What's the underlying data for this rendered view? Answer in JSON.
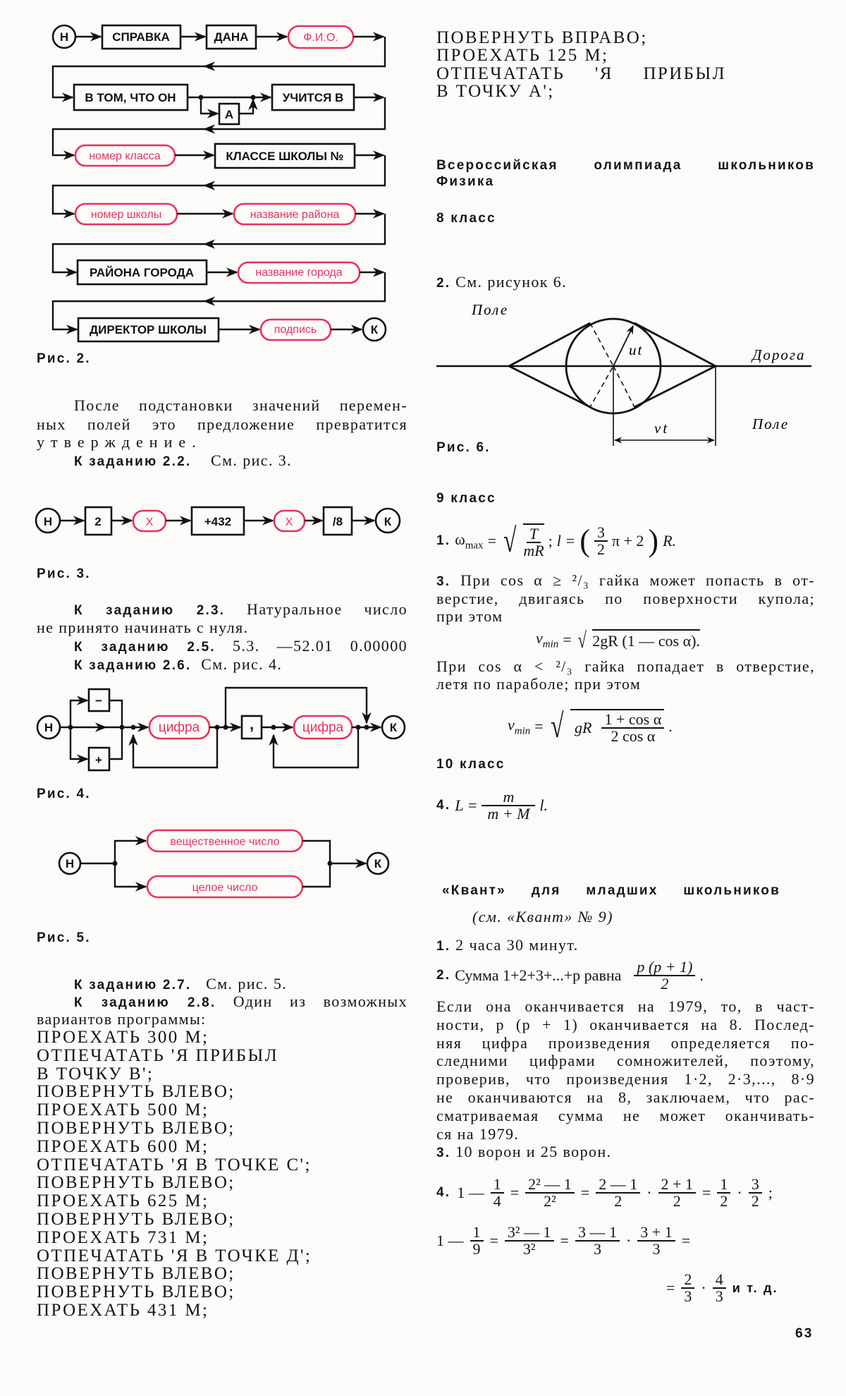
{
  "fig2": {
    "start": "Н",
    "end": "К",
    "spravka": "СПРАВКА",
    "dana": "ДАНА",
    "fio": "Ф.И.О.",
    "v_tom": "В ТОМ, ЧТО ОН",
    "a": "А",
    "uchitsya": "УЧИТСЯ В",
    "nomer_klassa": "номер класса",
    "klasse": "КЛАССЕ ШКОЛЫ №",
    "nomer_shkoly": "номер школы",
    "rayon": "название района",
    "rayona_goroda": "РАЙОНА ГОРОДА",
    "gorod": "название города",
    "direktor": "ДИРЕКТОР ШКОЛЫ",
    "podpis": "подпись",
    "caption": "Рис. 2."
  },
  "para1": {
    "line1": "После подстановки значений перемен-",
    "line2": "ных полей это предложение превратится",
    "line3": "утверждение."
  },
  "task22": {
    "label": "К заданию 2.2.",
    "text": "См. рис. 3."
  },
  "fig3": {
    "start": "Н",
    "end": "К",
    "n1": "2",
    "n2": "X",
    "n3": "+432",
    "n4": "X",
    "n5": "/8",
    "caption": "Рис. 3."
  },
  "task23": {
    "label": "К заданию 2.3.",
    "text": "Натуральное число",
    "line2": "не принято начинать с нуля."
  },
  "task25": {
    "label": "К заданию 2.5.",
    "text": "5.3. —52.01 0.00000"
  },
  "task26": {
    "label": "К заданию 2.6.",
    "text": "См. рис. 4."
  },
  "fig4": {
    "start": "Н",
    "end": "К",
    "minus": "−",
    "plus": "+",
    "digit1": "цифра",
    "comma": ",",
    "digit2": "цифра",
    "caption": "Рис. 4."
  },
  "fig5": {
    "start": "Н",
    "end": "К",
    "real": "вещественное число",
    "integer": "целое число",
    "caption": "Рис. 5."
  },
  "task27": {
    "label": "К заданию 2.7.",
    "text": "См. рис. 5."
  },
  "task28": {
    "label": "К заданию 2.8.",
    "text": "Один из возможных",
    "line2": "вариантов программы:"
  },
  "program": [
    "ПРОЕХАТЬ 300 М;",
    "ОТПЕЧАТАТЬ 'Я ПРИБЫЛ",
    "В ТОЧКУ В';",
    "ПОВЕРНУТЬ ВЛЕВО;",
    "ПРОЕХАТЬ 500 М;",
    "ПОВЕРНУТЬ ВЛЕВО;",
    "ПРОЕХАТЬ 600 М;",
    "ОТПЕЧАТАТЬ 'Я В ТОЧКЕ С';",
    "ПОВЕРНУТЬ ВЛЕВО;",
    "ПРОЕХАТЬ 625 М;",
    "ПОВЕРНУТЬ ВЛЕВО;",
    "ПРОЕХАТЬ 731 М;",
    "ОТПЕЧАТАТЬ 'Я В ТОЧКЕ Д';",
    "ПОВЕРНУТЬ ВЛЕВО;",
    "ПОВЕРНУТЬ ВЛЕВО;",
    "ПРОЕХАТЬ 431 М;"
  ],
  "program_cont": [
    "ПОВЕРНУТЬ ВПРАВО;",
    "ПРОЕХАТЬ 125 М;",
    "ОТПЕЧАТАТЬ 'Я ПРИБЫЛ",
    "В ТОЧКУ А';"
  ],
  "olymp": {
    "title": "Всероссийская олимпиада школьников",
    "subject": "Физика",
    "grade8": "8 класс",
    "item2_num": "2.",
    "item2_text": "См. рисунок 6."
  },
  "fig6": {
    "field_top": "Поле",
    "road": "Дорога",
    "field_bottom": "Поле",
    "ut": "ut",
    "vt": "vt",
    "caption": "Рис. 6."
  },
  "grade9": {
    "title": "9 класс",
    "f1": {
      "num": "1.",
      "omega": "ω",
      "sub": "max",
      "eq": "=",
      "T": "T",
      "mR": "mR",
      "semi": ";",
      "l": "l =",
      "lp": "(",
      "three": "3",
      "two": "2",
      "rest": "π + 2",
      "rp": ")",
      "R": "R."
    },
    "item3": {
      "num": "3.",
      "line1": "При cos α ≥ ²/₃ гайка может попасть в от-",
      "line2": "верстие, двигаясь по поверхности купола;",
      "line3": "при этом"
    },
    "vmin1": {
      "v": "v",
      "sub": "min",
      "eq": "=",
      "rad": "2gR (1 — cos α)."
    },
    "item3b": {
      "line1": "При cos α < ²/₃ гайка попадает в отверстие,",
      "line2": "летя по параболе; при этом"
    },
    "vmin2": {
      "v": "v",
      "sub": "min",
      "eq": "=",
      "gR": "gR",
      "num": "1 + cos α",
      "den": "2 cos α",
      "dot": "."
    }
  },
  "grade10": {
    "title": "10 класс",
    "f4": {
      "num": "4.",
      "L": "L =",
      "m": "m",
      "den": "m + M",
      "l": "l."
    }
  },
  "kvant": {
    "title": "«Квант» для младших школьников",
    "subtitle": "(см. «Квант» № 9)",
    "a1_num": "1.",
    "a1": "2 часа 30 минут.",
    "a2_num": "2.",
    "a2": "Сумма 1+2+3+...+p равна",
    "a2_num_frac": "p (p + 1)",
    "a2_den": "2",
    "a2_dot": ".",
    "para": [
      "Если она оканчивается на 1979, то, в част-",
      "ности, p (p + 1) оканчивается на 8. Послед-",
      "няя цифра произведения определяется по-",
      "следними цифрами сомножителей, поэтому,",
      "проверив, что произведения 1·2, 2·3,..., 8·9",
      "не оканчиваются на 8, заключаем, что рас-",
      "сматриваемая сумма не может оканчивать-",
      "ся на 1979."
    ],
    "a3_num": "3.",
    "a3": "10 ворон и 25 ворон.",
    "a4": {
      "num": "4.",
      "one": "1 —",
      "f1n": "1",
      "f1d": "4",
      "eq": "=",
      "f2n": "2² — 1",
      "f2d": "2²",
      "f3n": "2 — 1",
      "f3d": "2",
      "dot": "·",
      "f4n": "2 + 1",
      "f4d": "2",
      "f5n": "1",
      "f5d": "2",
      "f6n": "3",
      "f6d": "2",
      "semi": ";",
      "g1n": "1",
      "g1d": "9",
      "g2n": "3² — 1",
      "g2d": "3²",
      "g3n": "3 — 1",
      "g3d": "3",
      "g4n": "3 + 1",
      "g4d": "3",
      "h1n": "2",
      "h1d": "3",
      "h2n": "4",
      "h2d": "3",
      "etc": "и т. д."
    }
  },
  "page_number": "63"
}
